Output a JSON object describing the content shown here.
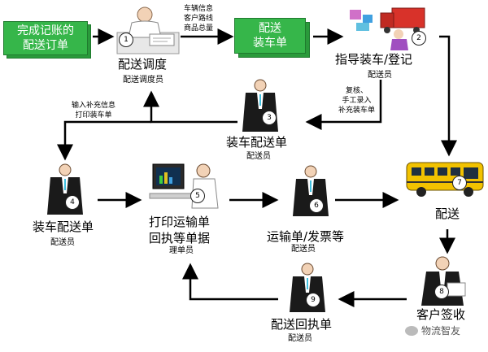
{
  "doc_start": {
    "line1": "完成记账的",
    "line2": "配送订单"
  },
  "doc_load": {
    "line1": "配送",
    "line2": "装车单"
  },
  "step1": {
    "badge": "1",
    "title": "配送调度",
    "role": "配送调度员"
  },
  "step2": {
    "badge": "2",
    "title": "指导装车/登记",
    "role": "配送员"
  },
  "step3": {
    "badge": "3",
    "title": "装车配送单",
    "role": "配送员"
  },
  "step4": {
    "badge": "4",
    "title": "装车配送单",
    "role": "配送员"
  },
  "step5": {
    "badge": "5",
    "title_line1": "打印运输单",
    "title_line2": "回执等单据",
    "role": "理单员"
  },
  "step6": {
    "badge": "6",
    "title": "运输单/发票等",
    "role": "配送员"
  },
  "step7": {
    "badge": "7",
    "title": "配送"
  },
  "step8": {
    "badge": "8",
    "title": "客户签收"
  },
  "step9": {
    "badge": "9",
    "title": "配送回执单",
    "role": "配送员"
  },
  "note_top": {
    "line1": "车辆信息",
    "line2": "客户路线",
    "line3": "商品总量"
  },
  "note_left": {
    "line1": "输入补充信息",
    "line2": "打印装车单"
  },
  "note_right": {
    "line1": "复核、",
    "line2": "手工录入",
    "line3": "补充装车单"
  },
  "watermark": "物流智友",
  "colors": {
    "doc_green": "#36b64a",
    "arrow": "#000000",
    "bus_yellow": "#f2c200",
    "car_red": "#d8322a"
  }
}
